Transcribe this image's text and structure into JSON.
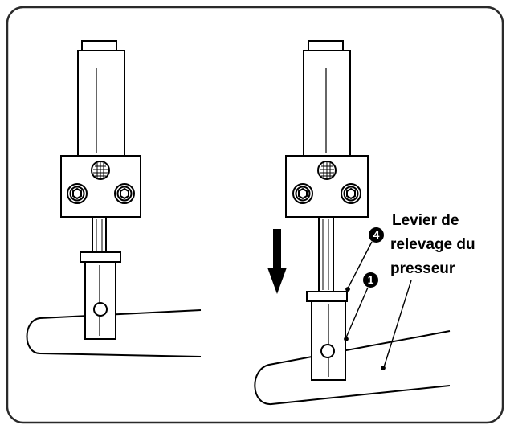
{
  "figure": {
    "label_lines": [
      "Levier de",
      "relevage du",
      "presseur"
    ],
    "callouts": [
      {
        "number": "4",
        "glyph": "④"
      },
      {
        "number": "1",
        "glyph": "①"
      }
    ],
    "arrow_direction": "down"
  },
  "colors": {
    "ink": "#000000",
    "paper": "#ffffff",
    "frame": "#2a2a2a"
  },
  "icons": [
    "hex-socket-screw-icon",
    "knurled-screw-icon",
    "down-arrow-icon"
  ]
}
